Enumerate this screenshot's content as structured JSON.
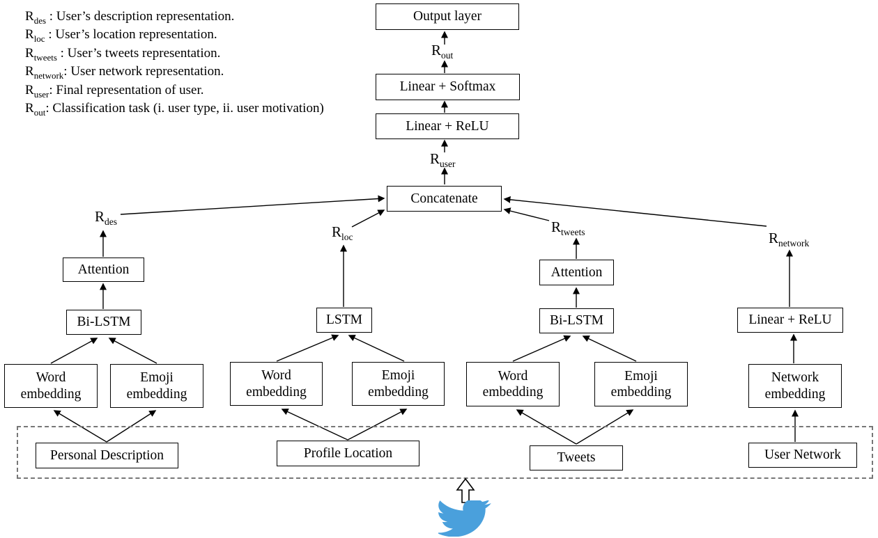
{
  "legend": {
    "items": [
      {
        "sym": "R",
        "sub": "des",
        "rest": " : User’s description representation."
      },
      {
        "sym": "R",
        "sub": "loc",
        "rest": " : User’s location representation."
      },
      {
        "sym": "R",
        "sub": "tweets",
        "rest": " : User’s tweets representation."
      },
      {
        "sym": "R",
        "sub": "network",
        "rest": ": User network representation."
      },
      {
        "sym": "R",
        "sub": "user",
        "rest": ": Final representation of user."
      },
      {
        "sym": "R",
        "sub": "out",
        "rest": ": Classification task (i. user type,  ii. user motivation)"
      }
    ]
  },
  "nodes": {
    "output_layer": "Output layer",
    "linear_softmax": "Linear + Softmax",
    "linear_relu": "Linear + ReLU",
    "concatenate": "Concatenate",
    "attention_des": "Attention",
    "bilstm_des": "Bi-LSTM",
    "word_embedding_des": "Word embedding",
    "emoji_embedding_des": "Emoji embedding",
    "personal_description": "Personal Description",
    "lstm_loc": "LSTM",
    "word_embedding_loc": "Word embedding",
    "emoji_embedding_loc": "Emoji embedding",
    "profile_location": "Profile Location",
    "attention_tweets": "Attention",
    "bilstm_tweets": "Bi-LSTM",
    "word_embedding_tweets": "Word embedding",
    "emoji_embedding_tweets": "Emoji embedding",
    "tweets": "Tweets",
    "linear_relu_network": "Linear + ReLU",
    "network_embedding": "Network embedding",
    "user_network": "User Network"
  },
  "vector_labels": {
    "r_des": {
      "sym": "R",
      "sub": "des"
    },
    "r_loc": {
      "sym": "R",
      "sub": "loc"
    },
    "r_tweets": {
      "sym": "R",
      "sub": "tweets"
    },
    "r_network": {
      "sym": "R",
      "sub": "network"
    },
    "r_user": {
      "sym": "R",
      "sub": "user"
    },
    "r_out": {
      "sym": "R",
      "sub": "out"
    }
  },
  "icons": {
    "twitter_bird": "twitter-bird-logo",
    "input_arrow": "hollow-up-arrow"
  },
  "colors": {
    "twitter_blue": "#4aa0dc",
    "box_border": "#000000",
    "dashed_border": "#777777",
    "background": "#ffffff"
  }
}
